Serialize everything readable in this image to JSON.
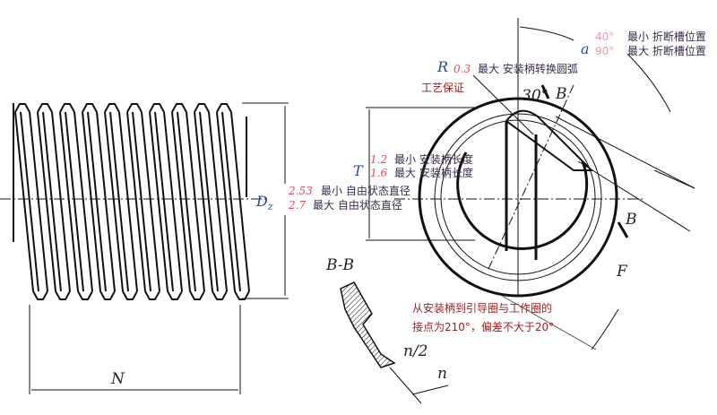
{
  "labels": {
    "N": "N",
    "Dz": "D",
    "Dz_sub": "z",
    "T": "T",
    "R": "R",
    "a": "a",
    "F": "F",
    "BB": "B-B",
    "n_half": "n/2",
    "n": "n",
    "B1": "B",
    "B2": "B",
    "angle30": "30°"
  },
  "specs": {
    "a_min_val": "40°",
    "a_min_text": "最小 折断槽位置",
    "a_max_val": "90°",
    "a_max_text": "最大 折断槽位置",
    "r_val": "0.3",
    "r_text": "最大 安装柄转换圆弧",
    "process": "工艺保证",
    "t_min_val": "1.2",
    "t_min_text": "最小 安装柄长度",
    "t_max_val": "1.6",
    "t_max_text": "最大 安装柄长度",
    "d_min_val": "2.53",
    "d_min_text": "最小 自由状态直径",
    "d_max_val": "2.7",
    "d_max_text": "最大 自由状态直径",
    "note_line1": "从安装柄到引导圈与工作圈的",
    "note_line2": "接点为210°，偏差不大于20°"
  },
  "colors": {
    "symbol": "#1f4e9c",
    "value": "#e8485a",
    "text": "#3a2a50",
    "note": "#9a2020"
  }
}
